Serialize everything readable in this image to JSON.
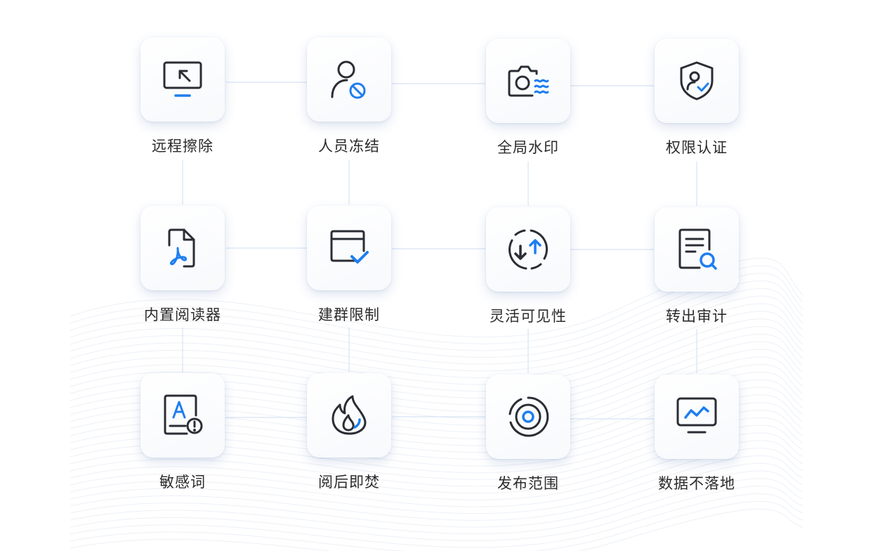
{
  "features": [
    {
      "label": "远程擦除",
      "icon": "remote-wipe-icon"
    },
    {
      "label": "人员冻结",
      "icon": "user-freeze-icon"
    },
    {
      "label": "全局水印",
      "icon": "watermark-camera-icon"
    },
    {
      "label": "权限认证",
      "icon": "shield-user-icon"
    },
    {
      "label": "内置阅读器",
      "icon": "pdf-reader-icon"
    },
    {
      "label": "建群限制",
      "icon": "window-check-icon"
    },
    {
      "label": "灵活可见性",
      "icon": "sync-arrows-icon"
    },
    {
      "label": "转出审计",
      "icon": "document-search-icon"
    },
    {
      "label": "敏感词",
      "icon": "sensitive-word-icon"
    },
    {
      "label": "阅后即焚",
      "icon": "flame-icon"
    },
    {
      "label": "发布范围",
      "icon": "target-icon"
    },
    {
      "label": "数据不落地",
      "icon": "monitor-chart-icon"
    }
  ],
  "colors": {
    "accent": "#1e7ef0",
    "icon_stroke": "#2a2d34",
    "label": "#2b2b2b",
    "connector": "#d6e4f5"
  }
}
